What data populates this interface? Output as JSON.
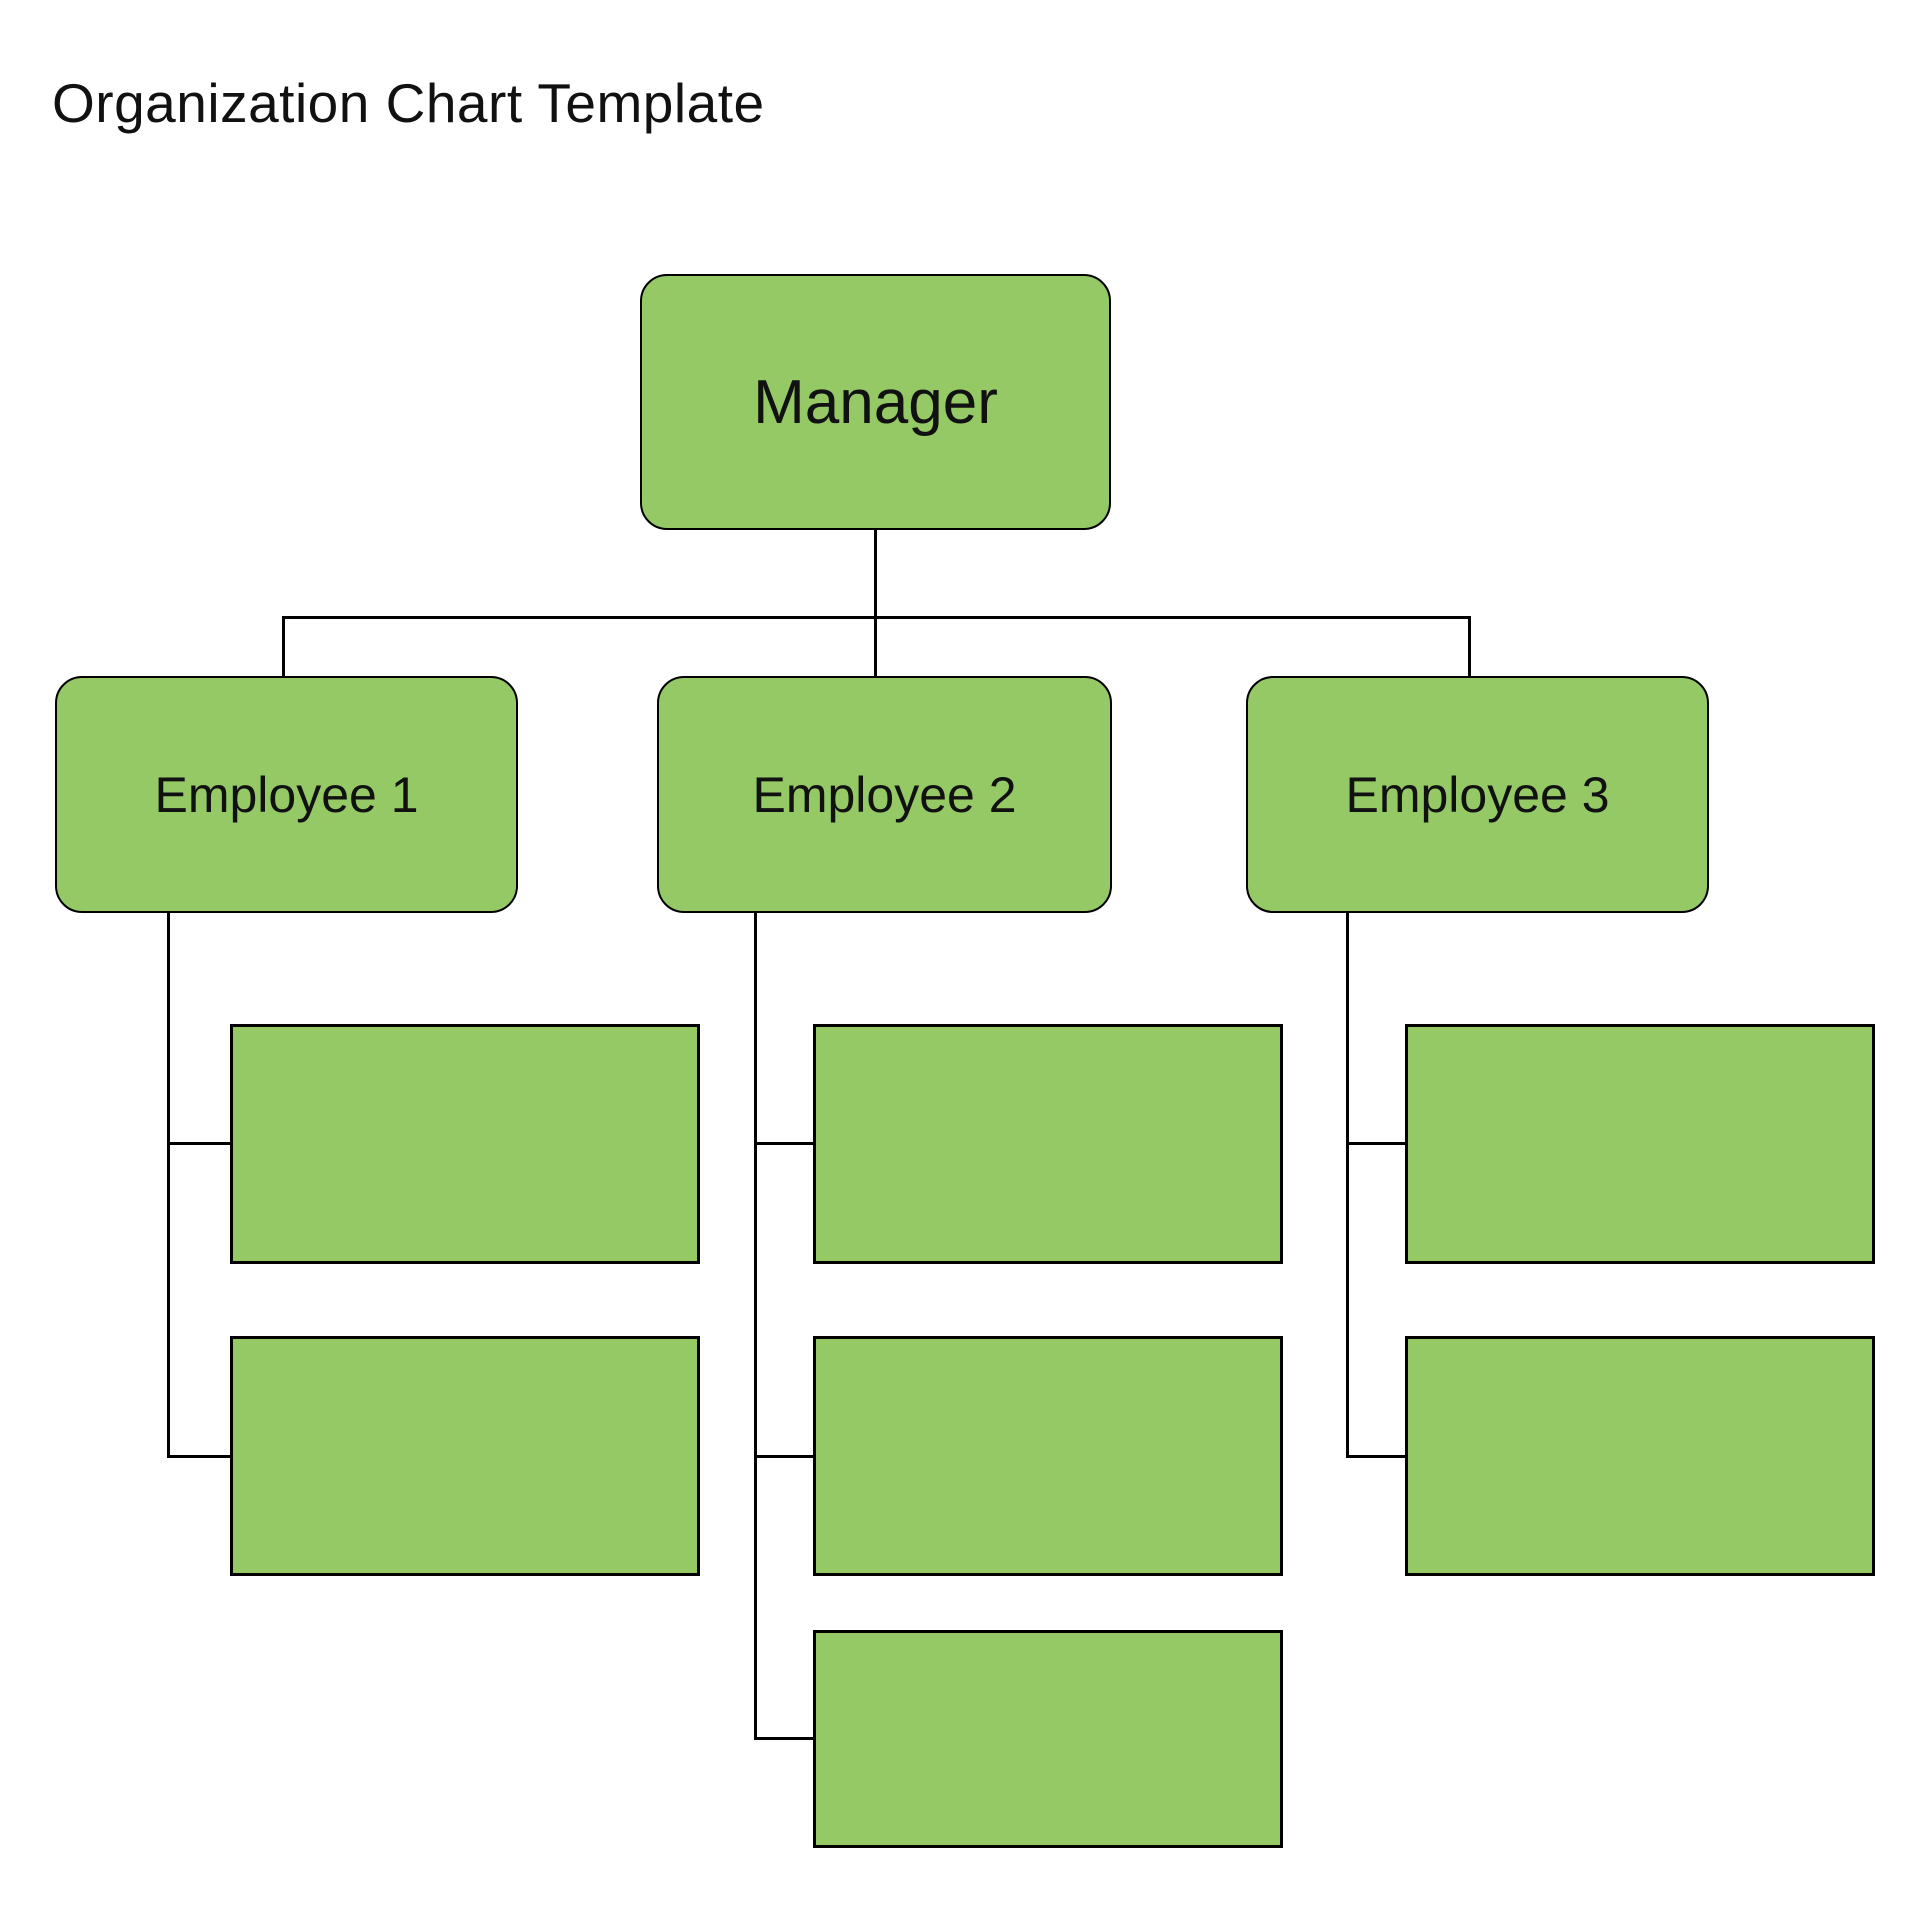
{
  "title": "Organization Chart Template",
  "colors": {
    "node_fill": "#94C966",
    "node_border": "#000000",
    "connector": "#000000",
    "background": "#FFFFFF",
    "text": "#111111"
  },
  "org": {
    "root": {
      "label": "Manager"
    },
    "employees": [
      {
        "label": "Employee 1",
        "subordinate_slots": 2
      },
      {
        "label": "Employee 2",
        "subordinate_slots": 3
      },
      {
        "label": "Employee 3",
        "subordinate_slots": 2
      }
    ]
  }
}
